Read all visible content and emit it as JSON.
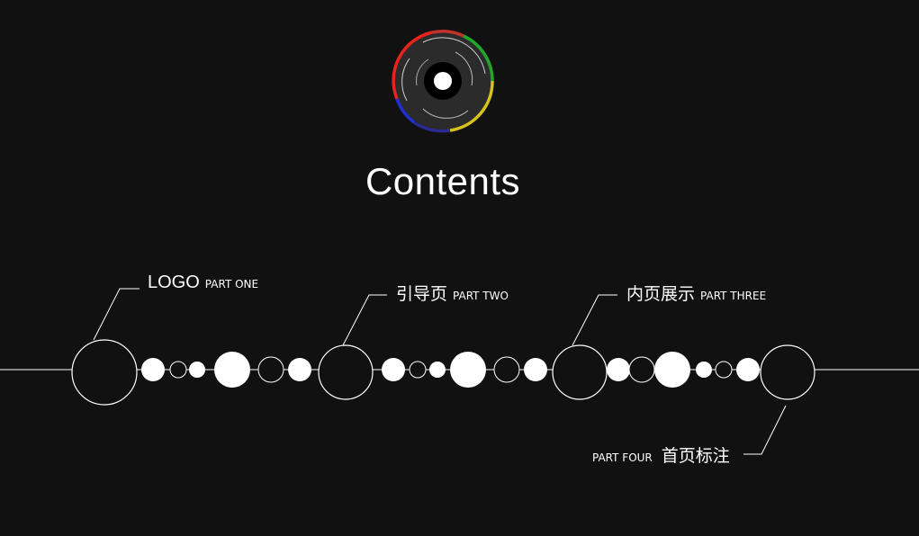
{
  "title": "Contents",
  "logo": {
    "icon": "vinyl-record-icon",
    "ring_colors": [
      "#e8231e",
      "#1fa82a",
      "#d6c21a",
      "#1f2fd0"
    ]
  },
  "sections": [
    {
      "main": "LOGO",
      "sub": "PART ONE"
    },
    {
      "main": "引导页",
      "sub": "PART TWO"
    },
    {
      "main": "内页展示",
      "sub": "PART THREE"
    },
    {
      "main": "首页标注",
      "sub": "PART FOUR"
    }
  ]
}
